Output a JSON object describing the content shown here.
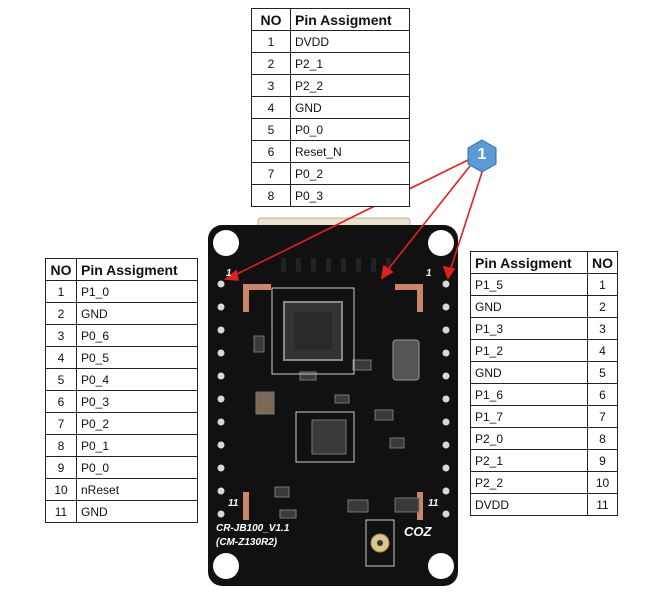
{
  "tables": {
    "top": {
      "headers": [
        "NO",
        "Pin Assigment"
      ],
      "rows": [
        {
          "no": "1",
          "name": "DVDD"
        },
        {
          "no": "2",
          "name": "P2_1"
        },
        {
          "no": "3",
          "name": "P2_2"
        },
        {
          "no": "4",
          "name": "GND"
        },
        {
          "no": "5",
          "name": "P0_0"
        },
        {
          "no": "6",
          "name": "Reset_N"
        },
        {
          "no": "7",
          "name": "P0_2"
        },
        {
          "no": "8",
          "name": "P0_3"
        }
      ]
    },
    "left": {
      "headers": [
        "NO",
        "Pin Assigment"
      ],
      "rows": [
        {
          "no": "1",
          "name": "P1_0"
        },
        {
          "no": "2",
          "name": "GND"
        },
        {
          "no": "3",
          "name": "P0_6"
        },
        {
          "no": "4",
          "name": "P0_5"
        },
        {
          "no": "5",
          "name": "P0_4"
        },
        {
          "no": "6",
          "name": "P0_3"
        },
        {
          "no": "7",
          "name": "P0_2"
        },
        {
          "no": "8",
          "name": "P0_1"
        },
        {
          "no": "9",
          "name": "P0_0"
        },
        {
          "no": "10",
          "name": "nReset"
        },
        {
          "no": "11",
          "name": "GND"
        }
      ]
    },
    "right": {
      "headers": [
        "Pin Assigment",
        "NO"
      ],
      "rows": [
        {
          "name": "P1_5",
          "no": "1"
        },
        {
          "name": "GND",
          "no": "2"
        },
        {
          "name": "P1_3",
          "no": "3"
        },
        {
          "name": "P1_2",
          "no": "4"
        },
        {
          "name": "GND",
          "no": "5"
        },
        {
          "name": "P1_6",
          "no": "6"
        },
        {
          "name": "P1_7",
          "no": "7"
        },
        {
          "name": "P2_0",
          "no": "8"
        },
        {
          "name": "P2_1",
          "no": "9"
        },
        {
          "name": "P2_2",
          "no": "10"
        },
        {
          "name": "DVDD",
          "no": "11"
        }
      ]
    }
  },
  "callout": {
    "label": "1",
    "color": "#5b9bd5",
    "arrow_color": "#e02020"
  },
  "board": {
    "model_line1": "CR-JB100_V1.1",
    "model_line2": "(CM-Z130R2)",
    "pin_one_label": "1",
    "pin_eleven_label": "11",
    "logo": "COZ",
    "pcb_color": "#111111"
  }
}
